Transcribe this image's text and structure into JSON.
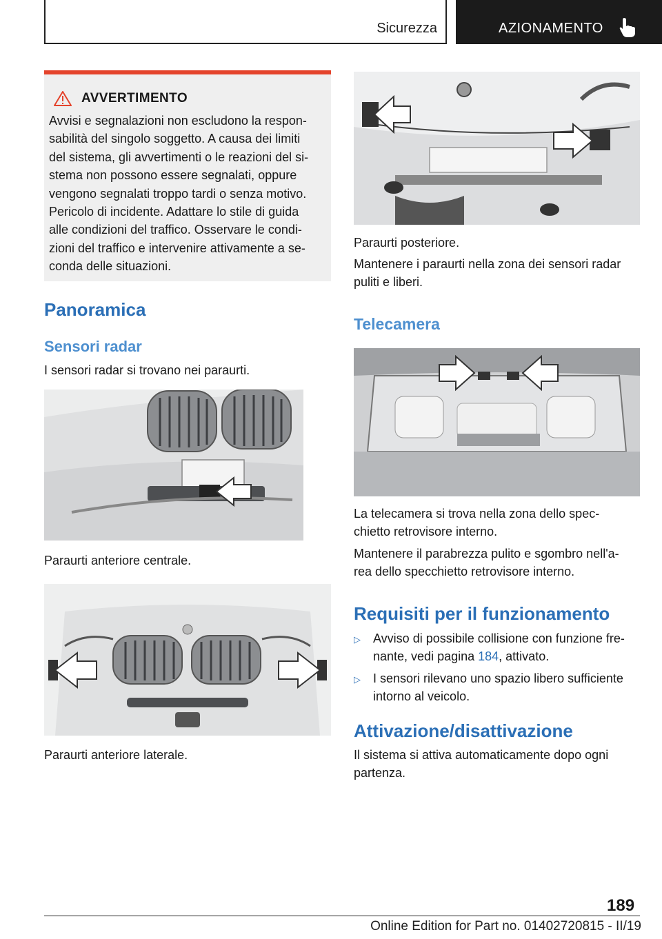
{
  "header": {
    "section": "Sicurezza",
    "chapter": "AZIONAMENTO"
  },
  "warning": {
    "title": "AVVERTIMENTO",
    "lines": [
      "Avvisi e segnalazioni non escludono la respon-",
      "sabilità del singolo soggetto. A causa dei limiti",
      "del sistema, gli avvertimenti o le reazioni del si-",
      "stema non possono essere segnalati, oppure",
      "vengono segnalati troppo tardi o senza motivo.",
      "Pericolo di incidente. Adattare lo stile di guida",
      "alle condizioni del traffico. Osservare le condi-",
      "zioni del traffico e intervenire attivamente a se-",
      "conda delle situazioni."
    ]
  },
  "left": {
    "h_panoramica": "Panoramica",
    "h_sensori": "Sensori radar",
    "p_sensori": "I sensori radar si trovano nei paraurti.",
    "cap_front_center": "Paraurti anteriore centrale.",
    "cap_front_side": "Paraurti anteriore laterale."
  },
  "right": {
    "cap_rear": "Paraurti posteriore.",
    "p_rear": [
      "Mantenere i paraurti nella zona dei sensori radar",
      "puliti e liberi."
    ],
    "h_telecamera": "Telecamera",
    "p_cam1": [
      "La telecamera si trova nella zona dello spec-",
      "chietto retrovisore interno."
    ],
    "p_cam2": [
      "Mantenere il parabrezza pulito e sgombro nell'a-",
      "rea dello specchietto retrovisore interno."
    ],
    "h_requisiti": "Requisiti per il funzionamento",
    "bullet1": {
      "line1": "Avviso di possibile collisione con funzione fre-",
      "line2_pre": "nante, vedi pagina ",
      "link": "184",
      "line2_post": ", attivato."
    },
    "bullet2": [
      "I sensori rilevano uno spazio libero sufficiente",
      "intorno al veicolo."
    ],
    "bullet_marker": "▷",
    "h_attiv": "Attivazione/disattivazione",
    "p_attiv": [
      "Il sistema si attiva automaticamente dopo ogni",
      "partenza."
    ]
  },
  "footer": {
    "page": "189",
    "edition": "Online Edition for Part no. 01402720815 - II/19"
  },
  "colors": {
    "accent": "#2b6fb6",
    "subheading": "#4d8fcf",
    "warning_bar": "#e4432b",
    "warning_bg": "#efefef"
  }
}
